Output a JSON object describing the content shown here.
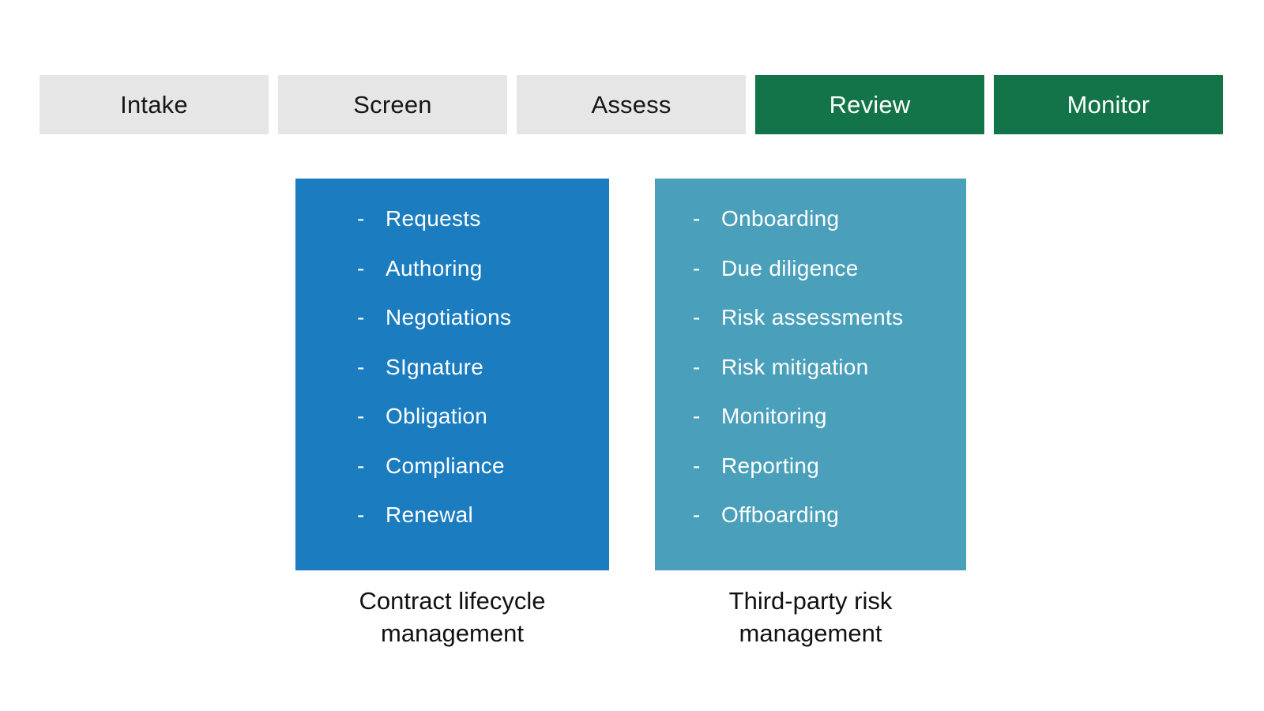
{
  "stages": [
    {
      "label": "Intake",
      "active": false
    },
    {
      "label": "Screen",
      "active": false
    },
    {
      "label": "Assess",
      "active": false
    },
    {
      "label": "Review",
      "active": true
    },
    {
      "label": "Monitor",
      "active": true
    }
  ],
  "bullet": "-",
  "panels": [
    {
      "name": "contract-lifecycle-management",
      "color": "#1b7cc0",
      "items": [
        "Requests",
        "Authoring",
        "Negotiations",
        "SIgnature",
        "Obligation",
        "Compliance",
        "Renewal"
      ],
      "caption_line1": "Contract lifecycle",
      "caption_line2": "management"
    },
    {
      "name": "third-party-risk-management",
      "color": "#4aa0bb",
      "items": [
        "Onboarding",
        "Due diligence",
        "Risk assessments",
        "Risk mitigation",
        "Monitoring",
        "Reporting",
        "Offboarding"
      ],
      "caption_line1": "Third-party risk",
      "caption_line2": "management"
    }
  ],
  "colors": {
    "background": "#ffffff",
    "stage_inactive_bg": "#e6e6e6",
    "stage_active_bg": "#127448",
    "stage_inactive_text": "#161616",
    "stage_active_text": "#ffffff",
    "panel_blue": "#1b7cc0",
    "panel_teal": "#4aa0bb",
    "panel_text": "#ffffff",
    "caption_text": "#111111"
  }
}
